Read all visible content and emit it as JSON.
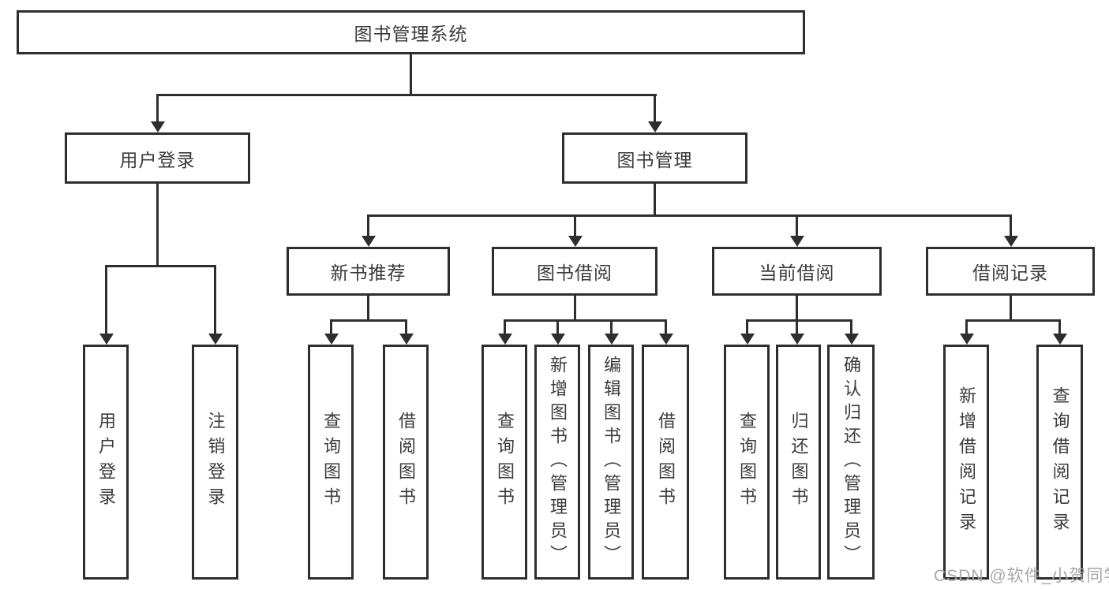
{
  "diagram": {
    "title": "图书管理系统",
    "watermark": "CSDN @软件_小贺同学",
    "colors": {
      "background": "#ffffff",
      "box_fill": "#ffffff",
      "box_border": "#2e2e2e",
      "line": "#2e2e2e",
      "text": "#3b3b3b",
      "watermark_text": "#a8a8a8"
    },
    "nodes": {
      "root": {
        "label": "图书管理系统"
      },
      "user_login": {
        "label": "用户登录"
      },
      "book_mgmt": {
        "label": "图书管理"
      },
      "new_book_rec": {
        "label": "新书推荐"
      },
      "book_borrow": {
        "label": "图书借阅"
      },
      "current_borrow": {
        "label": "当前借阅"
      },
      "borrow_records": {
        "label": "借阅记录"
      },
      "leaf_user_login": {
        "label": "用户登录"
      },
      "leaf_logout": {
        "label": "注销登录"
      },
      "leaf_query_book_1": {
        "label": "查询图书"
      },
      "leaf_borrow_book_1": {
        "label": "借阅图书"
      },
      "leaf_query_book_2": {
        "label": "查询图书"
      },
      "leaf_add_book": {
        "label": "新增图书（管理员）"
      },
      "leaf_edit_book": {
        "label": "编辑图书（管理员）"
      },
      "leaf_borrow_book_2": {
        "label": "借阅图书"
      },
      "leaf_query_book_3": {
        "label": "查询图书"
      },
      "leaf_return_book": {
        "label": "归还图书"
      },
      "leaf_confirm_return": {
        "label": "确认归还（管理员）"
      },
      "leaf_add_record": {
        "label": "新增借阅记录"
      },
      "leaf_query_record": {
        "label": "查询借阅记录"
      }
    },
    "hierarchy": {
      "图书管理系统": {
        "用户登录": [
          "用户登录",
          "注销登录"
        ],
        "图书管理": {
          "新书推荐": [
            "查询图书",
            "借阅图书"
          ],
          "图书借阅": [
            "查询图书",
            "新增图书（管理员）",
            "编辑图书（管理员）",
            "借阅图书"
          ],
          "当前借阅": [
            "查询图书",
            "归还图书",
            "确认归还（管理员）"
          ],
          "借阅记录": [
            "新增借阅记录",
            "查询借阅记录"
          ]
        }
      }
    }
  }
}
